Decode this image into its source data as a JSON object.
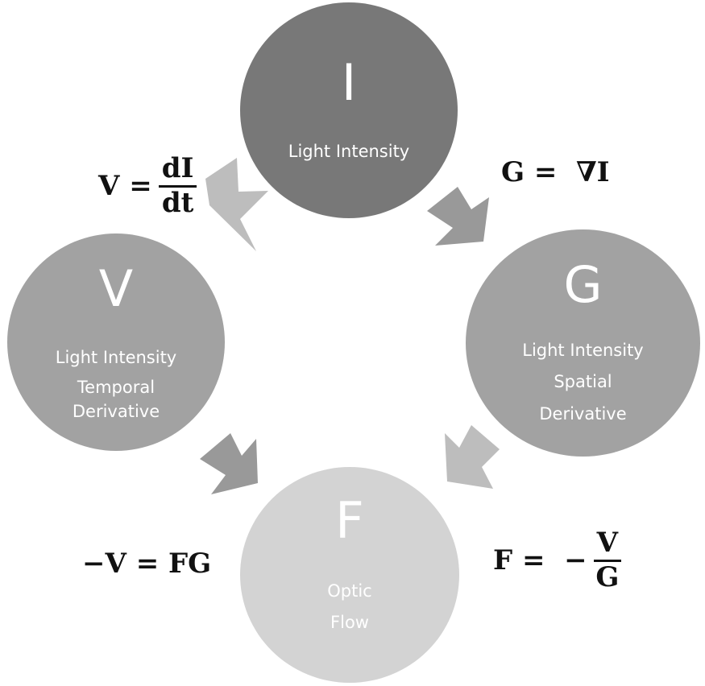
{
  "nodes": {
    "intensity": {
      "letter": "I",
      "lines": [
        "Light Intensity"
      ],
      "color": "#787878"
    },
    "temporal": {
      "letter": "V",
      "lines": [
        "Light Intensity",
        "Temporal",
        "Derivative"
      ],
      "color": "#a2a2a2"
    },
    "spatial": {
      "letter": "G",
      "lines": [
        "Light Intensity",
        "Spatial",
        "Derivative"
      ],
      "color": "#a2a2a2"
    },
    "flow": {
      "letter": "F",
      "lines": [
        "Optic",
        "Flow"
      ],
      "color": "#d3d3d3"
    }
  },
  "equations": {
    "temporal": {
      "lhs": "V =",
      "num": "dI",
      "den": "dt"
    },
    "spatial": {
      "text": "G =  ∇I"
    },
    "flow_left": {
      "text": "−V = FG"
    },
    "flow_right": {
      "lhs": "F =  −",
      "num": "V",
      "den": "G"
    }
  },
  "arrow_colors": {
    "light": "#bdbdbd",
    "dark": "#999999"
  }
}
